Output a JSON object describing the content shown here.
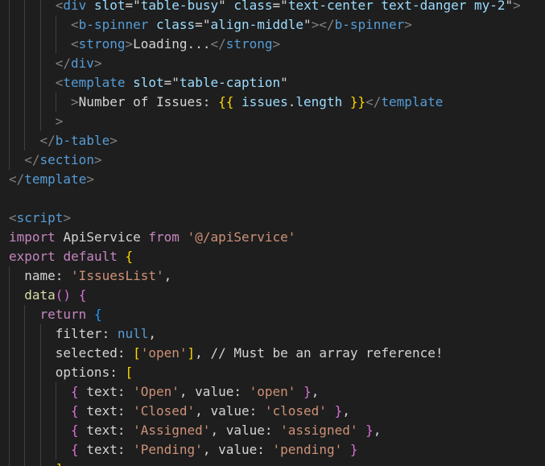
{
  "editor": {
    "language": "vue",
    "lines": [
      {
        "indent": 3,
        "text": "<div slot=\"table-busy\" class=\"text-center text-danger my-2\">"
      },
      {
        "indent": 4,
        "text": "<b-spinner class=\"align-middle\"></b-spinner>"
      },
      {
        "indent": 4,
        "text": "<strong>Loading...</strong>"
      },
      {
        "indent": 3,
        "text": "</div>"
      },
      {
        "indent": 3,
        "text": "<template slot=\"table-caption\""
      },
      {
        "indent": 4,
        "text": ">Number of Issues: {{ issues.length }}</template"
      },
      {
        "indent": 3,
        "text": ">"
      },
      {
        "indent": 2,
        "text": "</b-table>"
      },
      {
        "indent": 1,
        "text": "</section>"
      },
      {
        "indent": 0,
        "text": "</template>"
      },
      {
        "indent": 0,
        "text": ""
      },
      {
        "indent": 0,
        "text": "<script>"
      },
      {
        "indent": 0,
        "text": "import ApiService from '@/apiService'"
      },
      {
        "indent": 0,
        "text": "export default {"
      },
      {
        "indent": 1,
        "text": "name: 'IssuesList',"
      },
      {
        "indent": 1,
        "text": "data() {"
      },
      {
        "indent": 2,
        "text": "return {"
      },
      {
        "indent": 3,
        "text": "filter: null,"
      },
      {
        "indent": 3,
        "text": "selected: ['open'], // Must be an array reference!"
      },
      {
        "indent": 3,
        "text": "options: ["
      },
      {
        "indent": 4,
        "text": "{ text: 'Open', value: 'open' },"
      },
      {
        "indent": 4,
        "text": "{ text: 'Closed', value: 'closed' },"
      },
      {
        "indent": 4,
        "text": "{ text: 'Assigned', value: 'assigned' },"
      },
      {
        "indent": 4,
        "text": "{ text: 'Pending', value: 'pending' }"
      },
      {
        "indent": 3,
        "text": "],"
      }
    ]
  }
}
